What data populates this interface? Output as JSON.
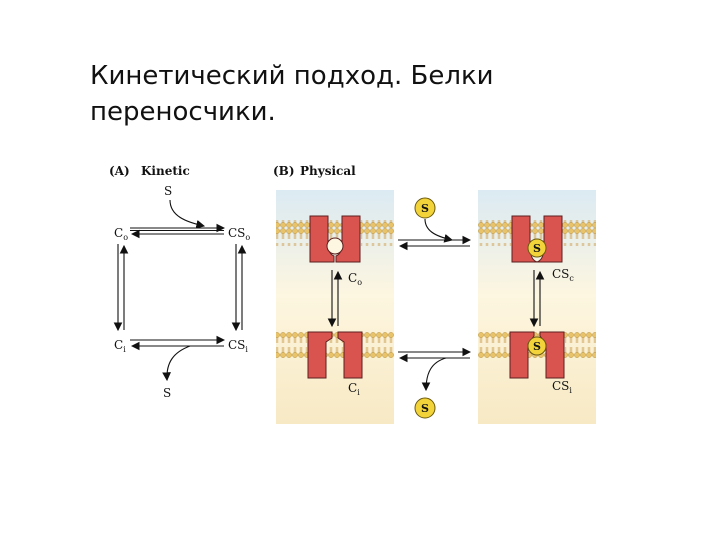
{
  "slide": {
    "title": "Кинетический подход. Белки\nпереносчики."
  },
  "figure": {
    "panel_a": {
      "tag": "(A)",
      "label": "Kinetic",
      "substrate_in": "S",
      "substrate_out": "S",
      "states": {
        "c_o": {
          "base": "C",
          "sub": "o"
        },
        "cs_o": {
          "base": "CS",
          "sub": "o"
        },
        "c_i": {
          "base": "C",
          "sub": "i"
        },
        "cs_i": {
          "base": "CS",
          "sub": "i"
        }
      }
    },
    "panel_b": {
      "tag": "(B)",
      "label": "Physical",
      "substrate_symbol": "S",
      "states": {
        "c_o": {
          "base": "C",
          "sub": "o"
        },
        "cs_c": {
          "base": "CS",
          "sub": "c"
        },
        "c_i": {
          "base": "C",
          "sub": "i"
        },
        "cs_i": {
          "base": "CS",
          "sub": "i"
        }
      }
    },
    "colors": {
      "membrane_bg": "#fbf0cf",
      "lipid_head": "#e9c36a",
      "lipid_tail": "#cfa45a",
      "protein": "#d9534f",
      "protein_edge": "#5a1f1f",
      "substrate": "#f2d43a",
      "water_top": "#dbeaf3"
    }
  }
}
